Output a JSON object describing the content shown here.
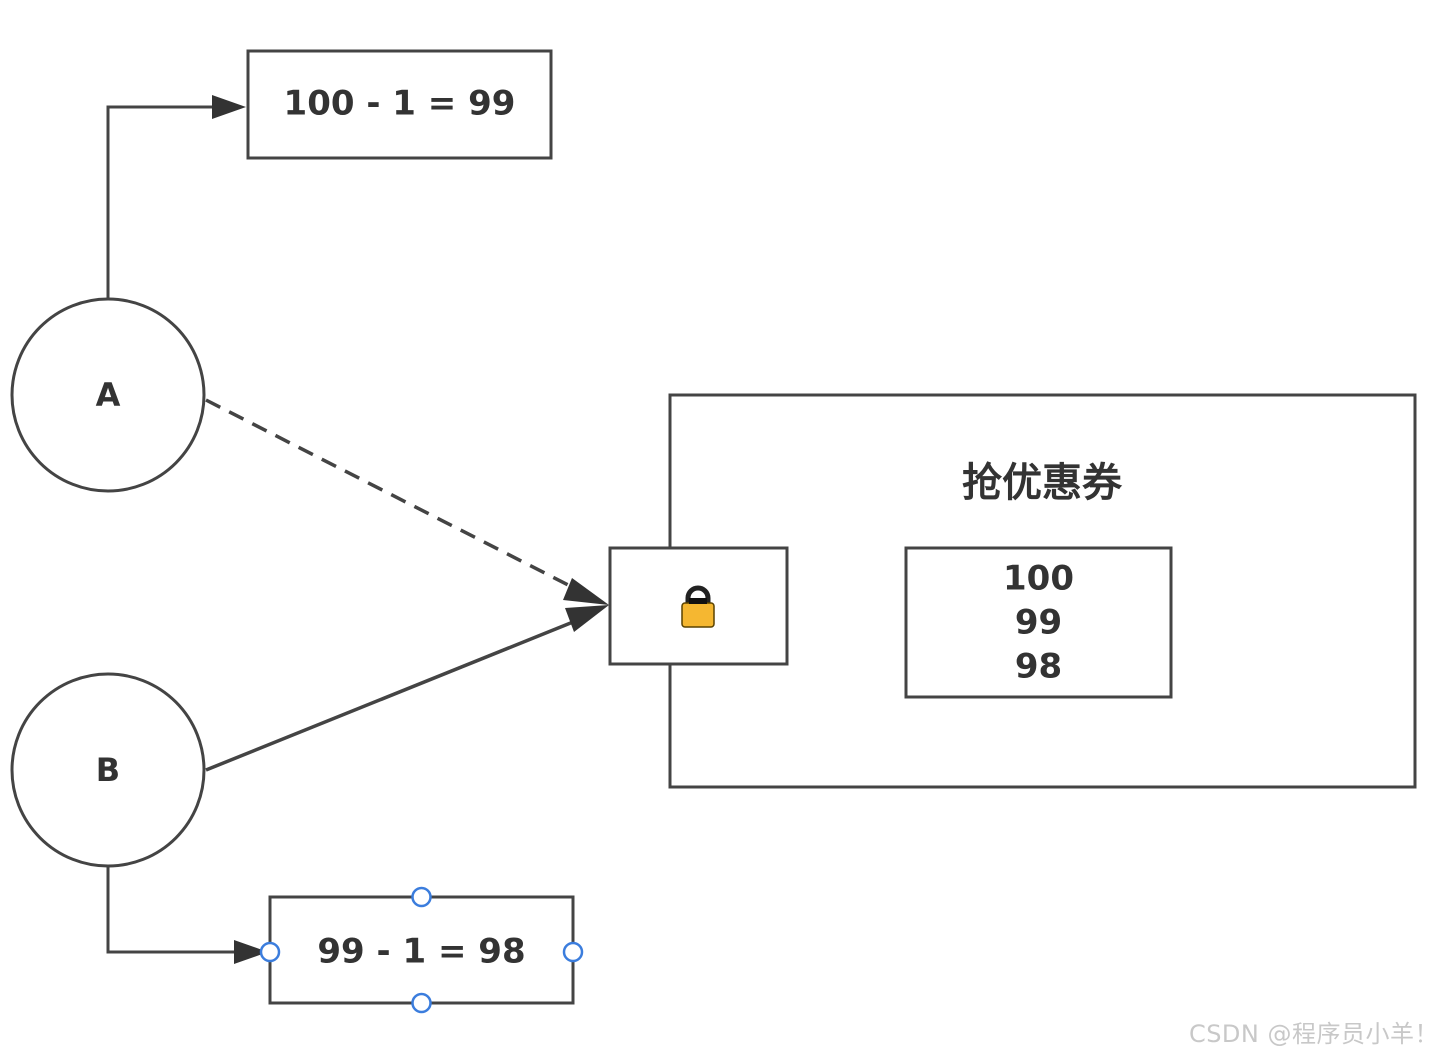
{
  "diagram": {
    "node_a": {
      "label": "A"
    },
    "node_b": {
      "label": "B"
    },
    "calc_a": {
      "text": "100 - 1 = 99"
    },
    "calc_b": {
      "text": "99 - 1 = 98"
    },
    "service": {
      "title": "抢优惠券",
      "counts": [
        "100",
        "99",
        "98"
      ]
    },
    "lock": {
      "icon": "lock-icon",
      "color": "#f5b731"
    },
    "colors": {
      "stroke": "#444444",
      "selection_handle": "#3b7ddd"
    }
  },
  "watermark": "CSDN @程序员小羊！"
}
